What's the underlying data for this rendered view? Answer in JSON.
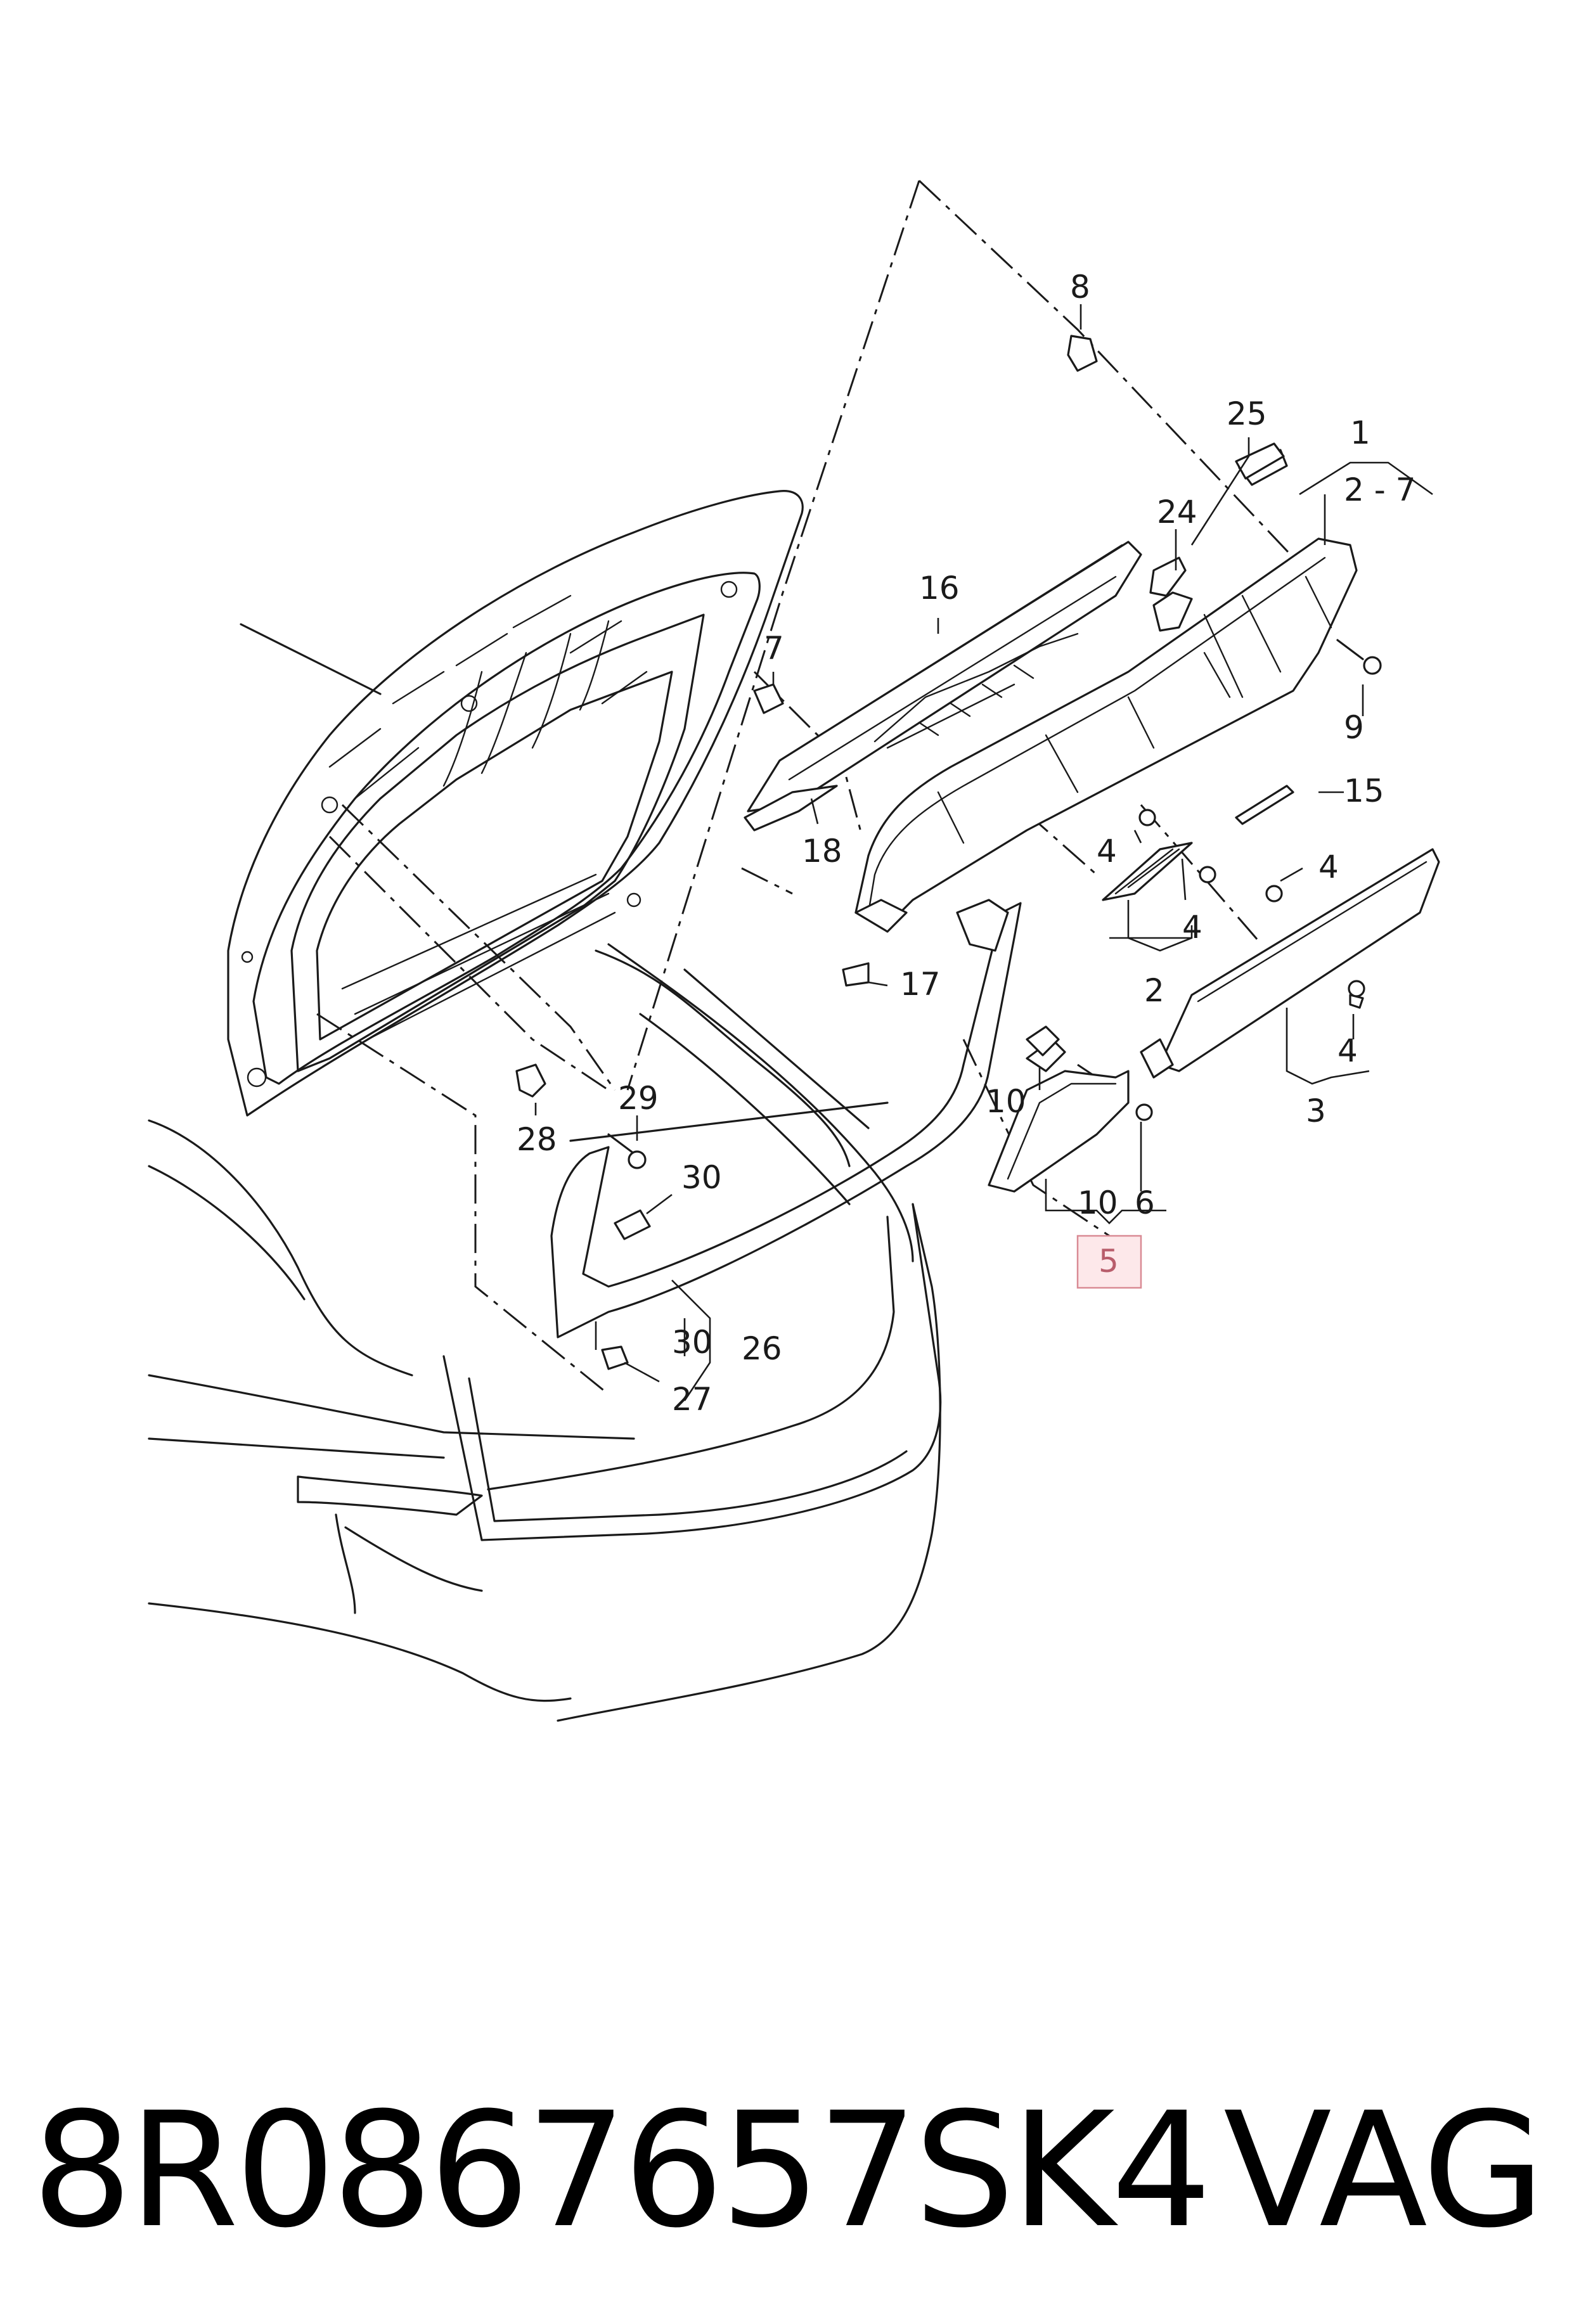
{
  "diagram": {
    "callouts": [
      {
        "id": "c1",
        "text": "1"
      },
      {
        "id": "c2-7",
        "text": "2 - 7"
      },
      {
        "id": "c2",
        "text": "2"
      },
      {
        "id": "c3",
        "text": "3"
      },
      {
        "id": "c4a",
        "text": "4"
      },
      {
        "id": "c4b",
        "text": "4"
      },
      {
        "id": "c4c",
        "text": "4"
      },
      {
        "id": "c4d",
        "text": "4"
      },
      {
        "id": "c5",
        "text": "5"
      },
      {
        "id": "c6",
        "text": "6"
      },
      {
        "id": "c7",
        "text": "7"
      },
      {
        "id": "c8",
        "text": "8"
      },
      {
        "id": "c9",
        "text": "9"
      },
      {
        "id": "c10a",
        "text": "10"
      },
      {
        "id": "c10b",
        "text": "10"
      },
      {
        "id": "c15",
        "text": "15"
      },
      {
        "id": "c16",
        "text": "16"
      },
      {
        "id": "c17",
        "text": "17"
      },
      {
        "id": "c18",
        "text": "18"
      },
      {
        "id": "c24",
        "text": "24"
      },
      {
        "id": "c25",
        "text": "25"
      },
      {
        "id": "c26",
        "text": "26"
      },
      {
        "id": "c27",
        "text": "27"
      },
      {
        "id": "c28",
        "text": "28"
      },
      {
        "id": "c29",
        "text": "29"
      },
      {
        "id": "c30a",
        "text": "30"
      },
      {
        "id": "c30b",
        "text": "30"
      }
    ],
    "highlighted_part": "5",
    "highlight_color": "#fde8ea"
  },
  "footer": {
    "part_number": "8R0867657SK4",
    "brand": "VAG"
  }
}
